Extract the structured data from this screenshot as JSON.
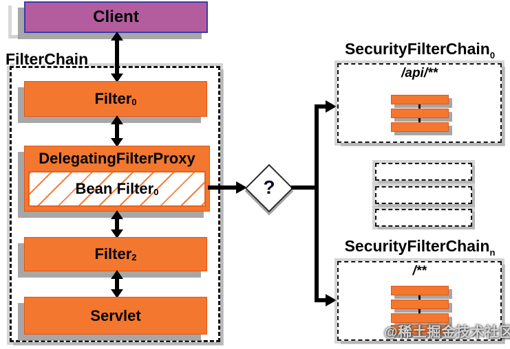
{
  "colors": {
    "orange_fill": "#F3772E",
    "orange_border": "#E0541A",
    "purple_fill": "#B35D9F",
    "purple_border": "#3B3BA8",
    "connector": "#000000",
    "shadow": "#A0A0A0"
  },
  "client": {
    "label": "Client"
  },
  "filter_chain": {
    "label": "FilterChain",
    "filter0": {
      "label": "Filter",
      "sub": "0"
    },
    "proxy": {
      "label": "DelegatingFilterProxy"
    },
    "bean": {
      "label": "Bean Filter",
      "sub": "0"
    },
    "filter2": {
      "label": "Filter",
      "sub": "2"
    },
    "servlet": {
      "label": "Servlet"
    }
  },
  "decision": {
    "label": "?"
  },
  "chains": {
    "top": {
      "title": "SecurityFilterChain",
      "sub": "0",
      "pattern": "/api/**",
      "filter_slots": 3
    },
    "bottom": {
      "title": "SecurityFilterChain",
      "sub": "n",
      "pattern": "/**",
      "filter_slots": 4
    },
    "ellipsis_boxes": 3
  },
  "watermark": {
    "text": "@稀土掘金技术社区"
  }
}
